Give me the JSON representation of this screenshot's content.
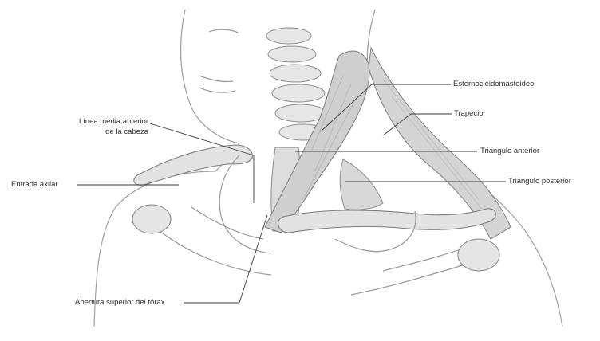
{
  "labels": {
    "esternocleidomastoideo": "Esternocleidomastoideo",
    "trapecio": "Trapecio",
    "linea_media_1": "Línea media anterior",
    "linea_media_2": "de la cabeza",
    "triangulo_anterior": "Triángulo anterior",
    "entrada_axilar": "Entrada axilar",
    "triangulo_posterior": "Triángulo posterior",
    "abertura_superior": "Abertura superior del tórax"
  }
}
